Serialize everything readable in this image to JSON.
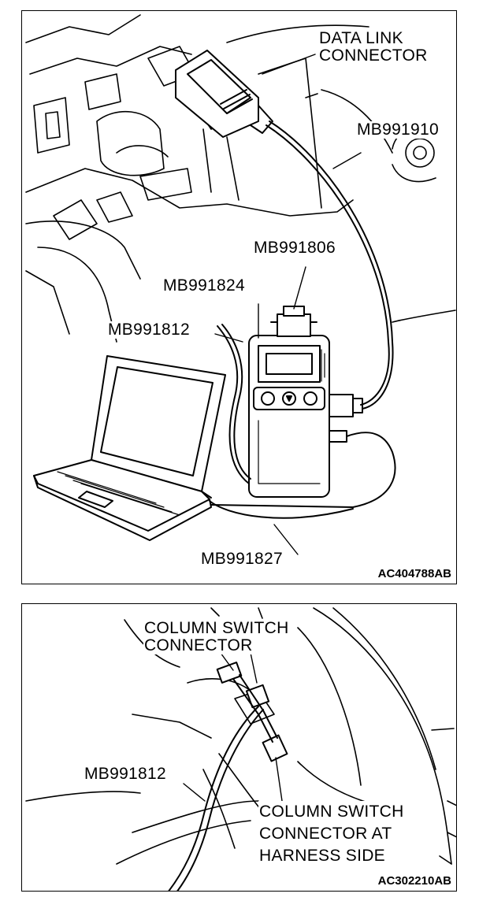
{
  "top_figure": {
    "labels": {
      "data_link_connector": [
        "DATA LINK",
        "CONNECTOR"
      ],
      "mb991910": "MB991910",
      "mb991806": "MB991806",
      "mb991824": "MB991824",
      "mb991812": "MB991812",
      "mb991827": "MB991827"
    },
    "figure_code": "AC404788AB"
  },
  "bottom_figure": {
    "labels": {
      "column_switch_connector": [
        "COLUMN SWITCH",
        "CONNECTOR"
      ],
      "mb991812": "MB991812",
      "harness_side": [
        "COLUMN SWITCH",
        "CONNECTOR AT",
        "HARNESS SIDE"
      ]
    },
    "figure_code": "AC302210AB"
  }
}
